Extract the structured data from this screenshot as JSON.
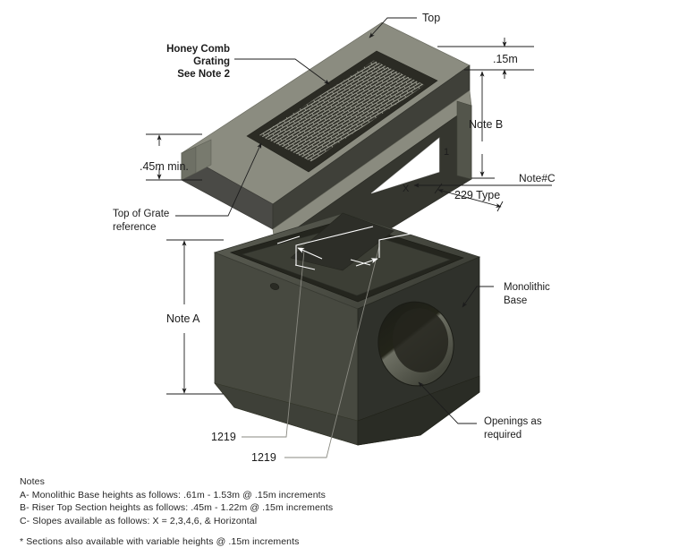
{
  "drawing": {
    "title": "Precast Catch Basin Exploded Assembly",
    "background_color": "#ffffff",
    "line_color": "#1c1c1c"
  },
  "materials": {
    "top_face_light": "#8b8c80",
    "top_face_mid": "#6f7166",
    "side_face_dark": "#4a4a46",
    "side_face_darker": "#3a3a36",
    "base_front_face": "#42443c",
    "base_right_face": "#2f302b",
    "base_top_face": "#53554c",
    "recess_dark": "#26261f",
    "grate_dark": "#32322b",
    "grate_line": "#9a9a8e",
    "hole_dark": "#1e1f1b",
    "hole_inner": "#5a5c52",
    "white": "#ffffff"
  },
  "callouts": {
    "top": "Top",
    "honey_comb": [
      "Honey Comb",
      "Grating",
      "See Note 2"
    ],
    "grate_min": ".45m min.",
    "top_of_grate": [
      "Top of Grate",
      "reference"
    ],
    "note_a": "Note A",
    "note_b": "Note B",
    "note_c": "Note#C",
    "dim_015": ".15m",
    "slope_run": "1",
    "slope_rise": "X",
    "type_229": "229 Type",
    "monolithic_base": [
      "Monolithic",
      "Base"
    ],
    "openings": [
      "Openings as",
      "required"
    ],
    "dim_1219_upper": "1219",
    "dim_1219_lower": "1219"
  },
  "notes": {
    "heading": "Notes",
    "lines": [
      "A- Monolithic Base heights as follows: .61m - 1.53m @ .15m increments",
      "B- Riser Top Section heights as follows: .45m - 1.22m @ .15m increments",
      "C- Slopes available as follows: X = 2,3,4,6, & Horizontal"
    ],
    "footnote": "* Sections also available with variable heights @ .15m increments"
  }
}
